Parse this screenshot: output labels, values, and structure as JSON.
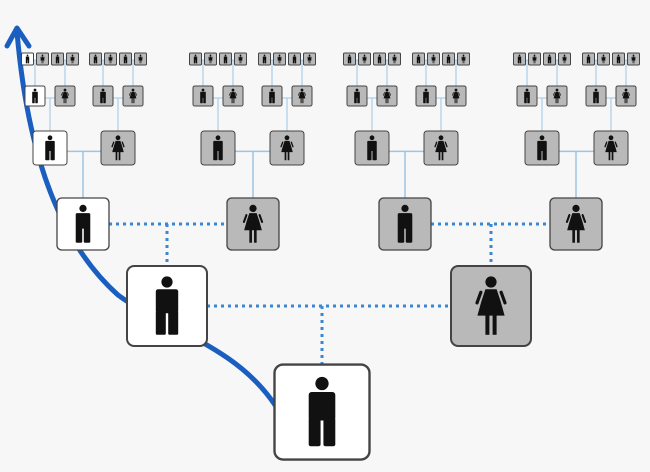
{
  "diagram": {
    "type": "ancestry-tree",
    "generations": 6,
    "highlighted_line": "paternal",
    "colors": {
      "background": "#f7f7f7",
      "highlight_box": "#ffffff",
      "other_box": "#b9b9b9",
      "box_border": "#444444",
      "figure": "#111111",
      "arrow": "#1a5fc0",
      "dotted_connector": "#3a86d0",
      "solid_connector": "#9cc6e4"
    }
  }
}
